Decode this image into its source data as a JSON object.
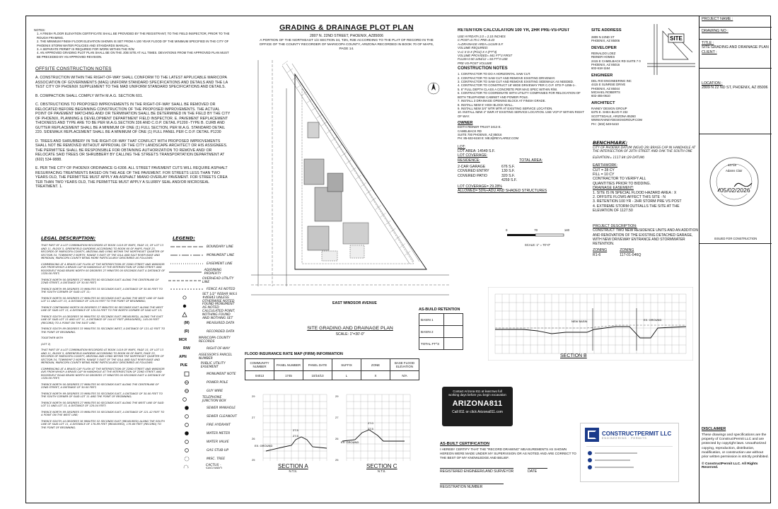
{
  "sheet": {
    "title": "GRADING & DRAINAGE PLOT PLAN",
    "address_line": "2807 N. 22ND STREET, PHOENIX, AZ85006",
    "legal_line": "A PORTION OF THE NORTHEAST 1/4 SECTION 34, T2N, R3E ACCORDING TO THE PLAT OF RECORD IN THE OFFICE OF THE COUNTY RECORDER OF MARICOPA COUNTY, ARIZONA RECORDED IN BOOK 70 OF MAPS, PAGE 14."
  },
  "notes": {
    "header": "NOTES:",
    "items": [
      "1. A FINISH FLOOR ELEVATION CERTIFICATE SHALL BE PROVIDED BY THE REGISTRANT, TO THE FIELD INSPECTOR, PRIOR TO THE ROUGH FRAMING.",
      "2. THE MINIMUM FINISH FLOOR ELEVATION SHOWN IS SET FROM A 100 YEAR FLOOD OF THE MINIMUM SPECIFIED IN THE CITY OF PHOENIX STORM WATER POLICIES AND STANDARDS MANUAL.",
      "3. A SEPARATE PERMIT IS REQUIRED FOR WORK WITHIN THE R/W.",
      "4. AN APPROVED GRADING PLOT PLAN SHALL BE ON THE JOB SITE AT ALL TIMES. DEVIATIONS FROM THE APPROVED PLAN MUST BE PRECEDED BY AN APPROVED REVISION."
    ]
  },
  "offsite": {
    "header": "OFFSITE CONSTRUCTION NOTES",
    "items": [
      "A. CONSTRUCTION WITHIN THE RIGHT-OF-WAY SHALL CONFORM TO THE LATEST APPLICABLE MARICOPA ASSOCIATION OF GOVERNMENTS (MAG) UNIFORM STANDARD SPECIFICATIONS AND DETAILS AND THE LA TEST CITY OF PHOENIX SUPPLEMENT TO THE MAD UNIFORM STANDARD SPECIFICATIONS AND DETAILS.",
      "B. COMPACTION SHALL COMPLY WITH M.A.G. SECTION 601.",
      "C. OBSTRUCTIONS TO PROPOSED IMPROVEMENTS IN THE RIGHT-OF-WAY SHALL BE REMOVED OR RELOCATED BEFORE BEGINNING CONSTRUCTION OF THE PROPOSED IMPROVEMENTS. THE ACTUAL POINT OF PAVEMENT MATCHING AND/ OR TERMINATION SHALL BE DETERMINED IN THE FIELD BY THE CITY OF PHOENIX, PLANNING & DEVELOPMENT DEPARTMENT FIELD INSPECTOR. E. PAVEMENT REPLACEMENT THICKNESS AND TYPE ARE TO BE PER M.A.G.SECTION 336 AND C.O.P. DETAIL P1200 -TYPE B. CURB AND GUTTER REPLACEMENT SHALL BE A MINIMUM OF ONE (1) FULL SECTION, PER M.A.G. STANDARD DETAIL 220. SIDEWALK REPLACEMENT SHALL BE A MINIMUM OF ONE (1) FULL PANEL PER C.O.P. DETAIL P1230",
      "D. TREES AND SHRUBBERY IN THE RIGHT-OF-WAY THAT CONFLICT WITH PROPOSED IMPROVEMENTS SHALL NOT BE REMOVED WITHOUT APPROVAL OF THE CITY LANDSCAPE ARCHITECT OR HIS ASSIGNEES. THE PERMITTEE SHALL BE RESPONSIBLE FOR OBTAINING AUTHORIZATION TO REMOVE AND/ OR RELOCATE SAID TREES OR SHRUBBERY BY CALLING THE STREETS TRANSPORTATION DEPARTMENT AT (602) 534-9888.",
      "E. PER THE CITY OF PHOENIX ORDINANCE G-6308. ALL STREET PAVEMENT CUTS WILL REQUIRE ASPHALT RESURFACING TREATMENTS BASED ON THE AGE OF THE PAVEMENT. FOR STREETS LESS THAN TWO YEARS OLD, THE PERMITTEE MUST APPLY AN ASPHALT MIANO OVERLAY PAVEMENT. FOR STREETS CREA TER THAN TWO YEARS OLD, THE PERMITTEE MUST APPLY A SLURRY SEAL AND/OR MICROSEAL TREATMENT. 1."
    ]
  },
  "legal": {
    "header": "LEGAL DESCRIPTION:",
    "paragraphs": [
      "THAT PART OF A LOT COMBINATION RECORDED AT BOOK 1418 OF MAPS, PAGE 15, OF LOT 13 AND 11, BLOCK 5, GREENFIELD GARDENS ACCORDING TO BOOK 60 OF MAPS, PAGE 23, RECORDS OF MARICOPA COUNTY, ARIZONA AND LYING WITHIN THE NORTHEAST QUARTER OF SECTION 34, TOWNSHIP 2 NORTH, RANGE 3 EAST OF THE GILA AND SALT RIVER BASE AND MERIDIAN, MARICOPA COUNTY BEING MORE PARTICULARLY DESCRIBED AS FOLLOWS:",
      "COMMENCING AT A BRASS CAP FLUSH AT THE INTERSECTION OF 22ND STREET AND WINDSOR AVE FROM WHICH A BRASS CAP IN HANDHOLE AT THE INTERSECTION OF 22ND STREET AND ROOSEVELT ROAD BEARS NORTH 00 DEGREES 27 MINUTES 00 SECONDS EAST A DISTANCE OF 1320.00 FEET;",
      "THENCE NORTH 00 DEGREES 27 MINUTES 00 SECONDS EAST ALONG THE CENTERLINE OF 22ND STREET, A DISTANCE OF 30.00 FEET;",
      "THENCE NORTH 89 DEGREES 33 MINUTES 35 SECONDS EAST, A DISTANCE OF 30.00 FEET TO THE SOUTH CORNER OF SAID LOT 11;",
      "THENCE NORTH 00 DEGREES 27 MINUTES 00 SECONDS EAST ALONG THE WEST LINE OF SAID LOT 11 AND LOT 13, A DISTANCE OF 120.04 FEET TO THE POINT OF BEGINNING;",
      "THENCE CONTINUING NORTH 00 DEGREES 27 MINUTES 00 SECONDS EAST ALONG THE WEST LINE OF SAID LOT 13, A DISTANCE OF 120.04 FEET TO THE NORTH CORNER OF SAID LOT 13;",
      "THENCE SOUTH 44 DEGREES 36 MINUTES 52 SECONDS EAST (MEASURED), ALONG THE EAST LINE OF SAID LOT 13 AND LOT 11, A DISTANCE OF 144.07 FEET (MEASURED), 145.00 FEET (RECORD) TO A POINT ON THE EAST LINE;",
      "THENCE SOUTH 89 DEGREES 33 MINUTES 35 SECONDS WEST, A DISTANCE OF 121.42 FEET TO THE POINT OF BEGINNING.",
      "TOGETHER WITH",
      "(LOT 2)",
      "THAT PART OF A LOT COMBINATION RECORDED AT BOOK 1418 OF MAPS, PAGE 15, OF LOT 13 AND 11, BLOCK 5, GREENFIELD GARDENS ACCORDING TO BOOK 60 OF MAPS, PAGE 23, RECORDS OF MARICOPA COUNTY, ARIZONA AND LYING WITHIN THE NORTHEAST QUARTER OF SECTION 34, TOWNSHIP 2 NORTH, RANGE 3 EAST OF THE GILA AND SALT RIVER BASE AND MERIDIAN, MARICOPA COUNTY BEING MORE PARTICULARLY DESCRIBED AS FOLLOWS:",
      "COMMENCING AT A BRASS CAP FLUSH AT THE INTERSECTION OF 22ND STREET AND WINDSOR AVE FROM WHICH A BRASS CAP IN HANDHOLE AT THE INTERSECTION OF 22ND STREET AND ROOSEVELT ROAD BEARS NORTH 00 DEGREES 27 MINUTES 00 SECONDS EAST A DISTANCE OF 1320.00 FEET;",
      "THENCE NORTH 00 DEGREES 27 MINUTES 00 SECONDS EAST ALONG THE CENTERLINE OF 22ND STREET, A DISTANCE OF 30.00 FEET;",
      "THENCE NORTH 89 DEGREES 33 MINUTES 35 SECONDS EAST, A DISTANCE OF 30.00 FEET TO THE SOUTH CORNER OF SAID LOT 11 AND THE POINT OF BEGINNING;",
      "THENCE NORTH 00 DEGREES 27 MINUTES 00 SECONDS EAST ALONG THE WEST LINE OF SAID LOT 11 AND LOT 13, A DISTANCE OF 120.04 FEET;",
      "THENCE NORTH 89 DEGREES 33 MINUTES 35 SECONDS EAST, A DISTANCE OF 121.42 FEET TO A POINT ON THE WEST LINE;",
      "THENCE SOUTH 44 DEGREES 36 MINUTES 52 SECONDS EAST (MEASURED) ALONG THE SOUTH LINE OF SAID LOT 11, A DISTANCE OF 176.89 FEET (MEASURED), 176.88 FEET (RECORD) TO THE POINT OF BEGINNING."
    ]
  },
  "legend": {
    "header": "LEGEND:",
    "items": [
      {
        "sym": "line-dash",
        "label": "BOUNDARY LINE"
      },
      {
        "sym": "line-long",
        "label": "MONUMENT LINE"
      },
      {
        "sym": "line-dot",
        "label": "EASEMENT LINE"
      },
      {
        "sym": "line-solid",
        "label": "ADJOINING PROPERTY"
      },
      {
        "sym": "line-ohu",
        "label": "OVERHEAD UTILITY LINE"
      },
      {
        "sym": "line-fence",
        "label": "FENCE AS NOTED"
      },
      {
        "sym": "dot-open",
        "label": "SET 1/2\" REBAR W/LS #46843 UNLESS OTHERWISE NOTED"
      },
      {
        "sym": "dot-fill",
        "label": "FOUND MONUMENT AS NOTED"
      },
      {
        "sym": "triangle",
        "label": "CALCULATED POINT, NOTHING FOUND AND NOTHING SET"
      },
      {
        "sym": "(M)",
        "label": "MEASURED DATA"
      },
      {
        "sym": "(R)",
        "label": "RECORDED DATA"
      },
      {
        "sym": "MCR",
        "label": "MARICOPA COUNTY RECORDS"
      },
      {
        "sym": "R/W",
        "label": "RIGHT-OF-WAY"
      },
      {
        "sym": "APN",
        "label": "ASSESSOR'S PARCEL NUMBER"
      },
      {
        "sym": "PUE",
        "label": "PUBLIC UTILITY EASEMENT"
      },
      {
        "sym": "box",
        "label": "MONUMENT NOTE"
      },
      {
        "sym": "pole",
        "label": "POWER POLE"
      },
      {
        "sym": "guy",
        "label": "GUY WIRE"
      },
      {
        "sym": "tel",
        "label": "TELEPHONE JUNCTION BOX"
      },
      {
        "sym": "smh",
        "label": "SEWER MANHOLE"
      },
      {
        "sym": "sco",
        "label": "SEWER CLEANOUT"
      },
      {
        "sym": "fh",
        "label": "FIRE HYDRANT"
      },
      {
        "sym": "wm",
        "label": "WATER METER"
      },
      {
        "sym": "wv",
        "label": "WATER VALVE"
      },
      {
        "sym": "gas",
        "label": "GAS STUB-UP"
      },
      {
        "sym": "misc",
        "label": "MISC. TREE"
      },
      {
        "sym": "cactus",
        "label": "CACTUS - SAGUARO"
      }
    ]
  },
  "retention": {
    "header": "RETENTION CALCULATION 100 YR, 2HR PRE-VS-POST",
    "lines": [
      "USE HYRDATA 2.0 = 2.10 INCHES",
      "C POST=0.75 C PRE=0.43",
      "A=DRAINAGE AREA=14,549 S.F.",
      "VOLUME REQUIRED:",
      "V=C X D X (P/12) X A (FT^3)",
      "VOLUME PROVIDED= 841 FT^3 FIRST",
      "FLUSH 0.50 1454/12 = 84 FT^3 USE",
      "PRE-VS-POST VOLUME"
    ]
  },
  "construction": {
    "header": "CONSTRUCTION NOTES",
    "items": [
      "1. CONTRACTOR TO DO A HORIZONTAL SAW CUT.",
      "2. CONTRACTOR TO SAW CUT AND REMOVE EXISTING DRIVEWAY.",
      "3. CONTRACTOR TO SAW CUT AND REMOVE EXISTING SIDEWALK AS NEEDED.",
      "4. CONTRACTOR TO CONSTRUCT 18' WIDE DRIVEWAY PER C.O.P. STD P-1255-1-.",
      "5. 6\" FULL DEPTH CLASS A CONCRETE PER MAG SPEC WITHIN R/W.",
      "6. CONTRACTOR TO COORDINATE WITH UTILITY COMPANIES FOR RELOCATION OF BOTH TELEPHONE CABINET AND POWER POLE.",
      "7. INSTALL 3 DRAINAGE OPENING BLOCK AT FINISH GRADE.",
      "8. INSTALL NEW 6' HIGH BLOCK WALL.",
      "9. INSTALL NEW 3/4\" WTR MTR AT EXISTING SERVICE LOCATION.",
      "10. INSTALL NEW 4\" SWR AT EXISTING SERVICE LOCATION. USE VCP IF WITHIN RIGHT OF WAY."
    ]
  },
  "owner": {
    "header": "OWNER",
    "lines": [
      "EDITH REINER TRUST 2413 E.",
      "CAMELBACK RD",
      "SUITE 700 PHOENIX, AZ 85016",
      "PH: 85-632-6150 E: MEJ@REYLAREZ.COM"
    ]
  },
  "lot": {
    "header": "LOT:",
    "area": "LOT AREA: 14549 S.F.",
    "coverage_hdr": "LOT COVERAGE:",
    "residence": "RESIDENCE:",
    "total_area": "TOTAL AREA:",
    "rows": [
      {
        "k": "2-CAR GARAGE",
        "v": "676 S.F."
      },
      {
        "k": "COVERED ENTRY",
        "v": "130 S.F."
      },
      {
        "k": "COVERED PATIO",
        "v": "320 S.F."
      },
      {
        "k": "",
        "v": "4259 S.F."
      }
    ],
    "pct": "LOT COVERAGE= 29.28%",
    "allowed": "ALLOWED= 50%+ADU AND SHADED STRUCTURES"
  },
  "site_address": {
    "header": "SITE ADDRESS",
    "lines": [
      "2809 N 22ND ST",
      "PHOENIX, AZ 85006"
    ]
  },
  "developer": {
    "header": "DEVELOPER",
    "lines": [
      "REINALDO LOEZ",
      "REINER HOMES",
      "2415 E CAMELBACK RD SUITE 7 0",
      "PHOENIX, AZ 85016",
      "602-618-1164"
    ]
  },
  "engineer": {
    "header": "ENGINEER",
    "lines": [
      "DEL RIO ENGINEERING INC",
      "4415 E SUNRISE DRIVE",
      "PHOENIX, AZ 85044",
      "MICHAEL ROBERTS",
      "602-455-0610"
    ]
  },
  "architect": {
    "header": "ARCHITECT",
    "lines": [
      "RAINEY DESIGN GROUP",
      "6375 E. SHEA BLVD # 232",
      "SCOTTSDALE, ARIZONA 85260",
      "WWW.RAINEYDESIGNGROUP.COM",
      "PH : (602) 549-5410"
    ]
  },
  "benchmark": {
    "header": "BENCHMARK:",
    "text": "CITY OF PHOENIX DATUM (NGVD 29) BRASS CAP IN HANDHOLE AT THE INTERSECTION OF 20TH STREET AND OAK THE SOUTH ONE",
    "elev": "ELEVATION= 1117.84 (29 DATUM)"
  },
  "earthwork": {
    "header": "EARTHWORK:",
    "lines": [
      "CUT = 28 CY",
      "FILL = 10 CY",
      "CONTRACTOR TO VERIFY ALL",
      "QUANTITIES PRIOR TO BIDDING."
    ]
  },
  "drainage": {
    "header": "DRAINAGE EASEMENT:",
    "lines": [
      "1. SITE IS IN SPECIAL FLOOD HAZARD AREA : X",
      "2. OFFSITE FLOWS AFFECT THIS SITE : N",
      "3. RETENTION 100 YR - 2HR STORM PRE VS POST",
      "4. EXTREME STORM OUTFALLS THE SITE AT THE ELEVATION OF 1127.50"
    ]
  },
  "project": {
    "header": "PROJECT DESCRIPTION:",
    "text": "CONSTRUCT TWO NEW RESIDENCE UNITS AND AN ADDITION AND RENOVATION OF THE EXISTING DETACHED GARAGE, WITH NEW DRIVEWAY ENTRANCE AND STORMWATER RETENTION.",
    "zoning_hdr": "ZONING",
    "zoning": "R1-6",
    "zone_hdr": "ZONING",
    "zone_val": "117-01-046Q"
  },
  "site_plan": {
    "title": "SITE GRADING AND DRAINAGE PLAN",
    "scale": "SCALE: 1\"=30'-0\"",
    "street": "EAST WINDSOR AVENUE",
    "scale_bar": [
      "0",
      "70",
      "140"
    ],
    "scale_note": "SCALE: 1\" = 70'-0\""
  },
  "asbuilt_retention": {
    "header": "AS-BUILD RETENTION",
    "rows": [
      "BASIN 1",
      "BASIN 2",
      "TOTAL FT^3"
    ]
  },
  "flood": {
    "header": "FLOOD INSURANCE RATE MAP (FIRM) INFORMATION",
    "cols": [
      "COMMUNITY NUMBER",
      "PANEL NUMBER",
      "PANEL DATE",
      "SUFFIX",
      "ZONE",
      "BASE FLOOD ELEVATION"
    ],
    "vals": [
      "04013",
      "1745",
      "10/16/13",
      "L",
      "X",
      "N/A"
    ]
  },
  "section_b": {
    "title": "SECTION B",
    "labels": [
      "NEW BASIN",
      "EX. GROUND"
    ]
  },
  "section_a": {
    "title": "SECTION A",
    "sub": "N.T.S.",
    "labels": [
      "EX. GROUND",
      "27.5",
      "27.5"
    ]
  },
  "section_c": {
    "title": "SECTION C",
    "sub": "N.T.S.",
    "labels": [
      "EX. GROUND",
      "27.0",
      "27.5"
    ]
  },
  "az811": {
    "line1": "Contact Arizona 811 at least two full",
    "line2": "working days before you begin excavation",
    "brand": "ARIZONA811",
    "line3": "Call 811 or click Arizona811.com"
  },
  "asbuilt_cert": {
    "header": "AS-BUILT CERTIFICATION",
    "text": "I HEREBY CERTIFY THAT THE \"RECORD DRAWING\" MEASUREMENTS AS SHOWN HEREON WERE MADE UNDER MY SUPERVISION OR AS NOTED AND ARE CORRECT TO THE BEST OF MY KNOWLEDGE AND BELIEF.",
    "sign": "REGISTERED ENGINEER/LAND SURVEYOR",
    "date": "DATE",
    "reg": "REGISTRATION NUMBER"
  },
  "stamp": {
    "number": "42718",
    "name": "Adams Clair",
    "date": "05/02/2026",
    "issued": "ISSUED FOR CONSTRUCTION"
  },
  "title_block": {
    "project_name": "PROJECT NAME :",
    "drawing_no": "DRAWING NO :",
    "title_lbl": "TITLE :",
    "title_val": "SITE GRADING AND DRAINAGE PLAN",
    "client": "CLIENT :",
    "location_lbl": "LOCATION :",
    "location_val": "2809 N 22 ND ST, PHOENIX, AZ 85006",
    "disclaimer_hdr": "DISCLAIMER",
    "disclaimer": "These drawings and specifications are the property of ConstructPermit LLC and are protected by copyright laws. Unauthorized copying, reproduction, distribution, modification, or construction use without prior written permission is strictly prohibited.",
    "copyright": "© ConstructPermit LLC. All Rights Reserved.",
    "logo_name": "CONSTRUCTPERMIT LLC",
    "logo_sub": "ENGINEERING · PERMITS"
  },
  "sketch": {
    "label": "SITE"
  },
  "colors": {
    "accent": "#1a3a8a",
    "ink": "#111111",
    "gray": "#8a8a8a"
  }
}
